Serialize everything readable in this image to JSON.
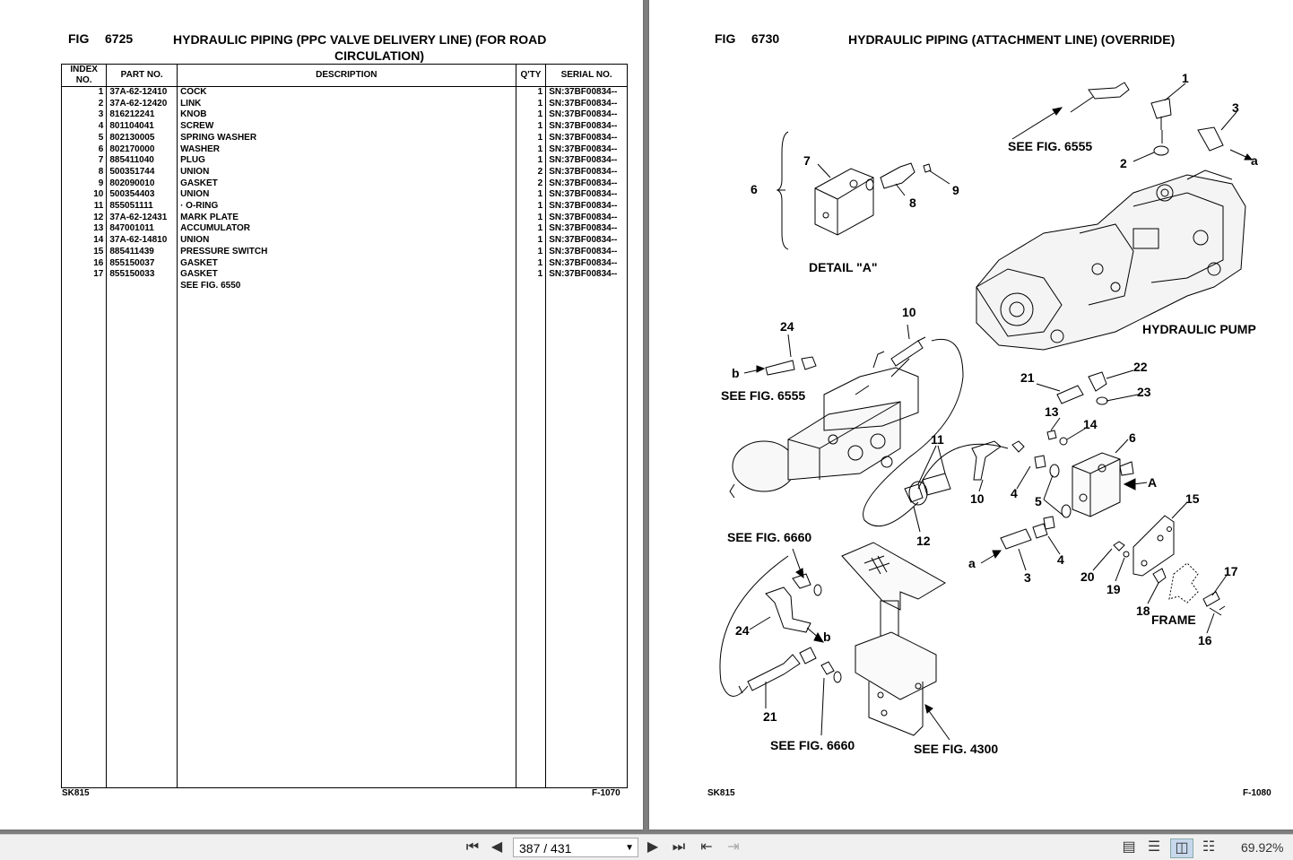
{
  "left": {
    "fig_label": "FIG",
    "fig_number": "6725",
    "title_line1": "HYDRAULIC PIPING (PPC VALVE DELIVERY LINE) (FOR ROAD",
    "title_line2": "CIRCULATION)",
    "headers": [
      "INDEX NO.",
      "PART NO.",
      "DESCRIPTION",
      "Q'TY",
      "SERIAL NO."
    ],
    "rows": [
      [
        "1",
        "37A-62-12410",
        "COCK",
        "1",
        "SN:37BF00834--"
      ],
      [
        "2",
        "37A-62-12420",
        "LINK",
        "1",
        "SN:37BF00834--"
      ],
      [
        "3",
        "816212241",
        "KNOB",
        "1",
        "SN:37BF00834--"
      ],
      [
        "4",
        "801104041",
        "SCREW",
        "1",
        "SN:37BF00834--"
      ],
      [
        "5",
        "802130005",
        "SPRING WASHER",
        "1",
        "SN:37BF00834--"
      ],
      [
        "6",
        "802170000",
        "WASHER",
        "1",
        "SN:37BF00834--"
      ],
      [
        "7",
        "885411040",
        "PLUG",
        "1",
        "SN:37BF00834--"
      ],
      [
        "8",
        "500351744",
        "UNION",
        "2",
        "SN:37BF00834--"
      ],
      [
        "9",
        "802090010",
        "GASKET",
        "2",
        "SN:37BF00834--"
      ],
      [
        "10",
        "500354403",
        "UNION",
        "1",
        "SN:37BF00834--"
      ],
      [
        "11",
        "855051111",
        "·  O-RING",
        "1",
        "SN:37BF00834--"
      ],
      [
        "12",
        "37A-62-12431",
        "MARK PLATE",
        "1",
        "SN:37BF00834--"
      ],
      [
        "13",
        "847001011",
        "ACCUMULATOR",
        "1",
        "SN:37BF00834--"
      ],
      [
        "14",
        "37A-62-14810",
        "UNION",
        "1",
        "SN:37BF00834--"
      ],
      [
        "15",
        "885411439",
        "PRESSURE SWITCH",
        "1",
        "SN:37BF00834--"
      ],
      [
        "16",
        "855150037",
        "GASKET",
        "1",
        "SN:37BF00834--"
      ],
      [
        "17",
        "855150033",
        "GASKET",
        "1",
        "SN:37BF00834--"
      ],
      [
        "",
        "",
        "SEE FIG. 6550",
        "",
        ""
      ]
    ],
    "footer_left": "SK815",
    "footer_right": "F-1070"
  },
  "right": {
    "fig_label": "FIG",
    "fig_number": "6730",
    "title": "HYDRAULIC PIPING (ATTACHMENT LINE) (OVERRIDE)",
    "labels": {
      "see_6555_top": "SEE FIG. 6555",
      "see_6555_left": "SEE FIG. 6555",
      "see_6660_a": "SEE FIG. 6660",
      "see_6660_b": "SEE FIG. 6660",
      "see_4300": "SEE FIG. 4300",
      "detail_a": "DETAIL \"A\"",
      "hydraulic_pump": "HYDRAULIC PUMP",
      "frame": "FRAME",
      "ref_a1": "a",
      "ref_a2": "a",
      "ref_b1": "b",
      "ref_b2": "b",
      "arrow_a": "A"
    },
    "callouts": [
      "1",
      "2",
      "3",
      "6",
      "7",
      "8",
      "9",
      "10",
      "24",
      "21",
      "22",
      "23",
      "13",
      "14",
      "11",
      "4",
      "5",
      "6",
      "12",
      "15",
      "10",
      "3",
      "4",
      "20",
      "19",
      "17",
      "18",
      "16",
      "24",
      "21"
    ],
    "footer_left": "SK815",
    "footer_right": "F-1080"
  },
  "toolbar": {
    "page_display": "387 / 431",
    "zoom": "69.92%"
  }
}
